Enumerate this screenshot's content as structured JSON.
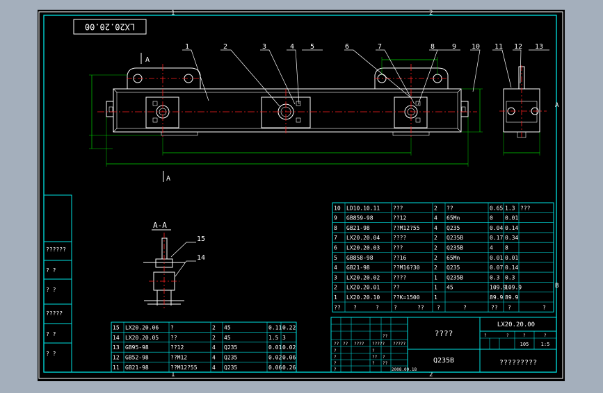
{
  "drawing": {
    "title_code": "LX20.20.00",
    "material": "Q235B",
    "name": "????",
    "company": "?????????",
    "weight": "105",
    "scale": "1:5",
    "zone_top": [
      "1",
      "2"
    ],
    "zone_bottom": [
      "1",
      "2"
    ],
    "zone_right": [
      "A",
      "B"
    ],
    "view_label_top": "A",
    "view_label_bottom": "A",
    "section_title": "A-A",
    "balloons": [
      "1",
      "2",
      "3",
      "4",
      "5",
      "6",
      "7",
      "8",
      "9",
      "10",
      "11",
      "12",
      "13"
    ],
    "section_balloons": [
      "15",
      "14"
    ]
  },
  "left_strip": [
    "??????",
    "?   ?",
    "?   ?",
    "?????",
    "?   ?",
    "?   ?"
  ],
  "title_block": {
    "small_labels_row1": [
      "?",
      "?",
      "?"
    ],
    "small_labels_row2": [
      "??",
      "??",
      "????",
      "?????",
      "?????"
    ],
    "small_labels_row3": [
      "?",
      "?",
      "??"
    ],
    "small_labels_row4": [
      "?",
      "??",
      "?"
    ],
    "small_labels_row5": [
      "?",
      "?",
      "??",
      "?",
      "2008.09.18"
    ],
    "weight_headers": [
      "?",
      "?",
      "?",
      "?"
    ]
  },
  "bom_top": {
    "rows": [
      [
        "10",
        "LD10.10.11",
        "???",
        "2",
        "??",
        "0.65",
        "1.3",
        "???"
      ],
      [
        "9",
        "GB859-98",
        "??12",
        "4",
        "65Mn",
        "0",
        "0.01",
        ""
      ],
      [
        "8",
        "GB21-98",
        "??M12?55",
        "4",
        "Q235",
        "0.04",
        "0.14",
        ""
      ],
      [
        "7",
        "LX20.20.04",
        "????",
        "2",
        "Q235B",
        "0.17",
        "0.34",
        ""
      ],
      [
        "6",
        "LX20.20.03",
        "???",
        "2",
        "Q235B",
        "4",
        "8",
        ""
      ],
      [
        "5",
        "GB858-98",
        "??16",
        "2",
        "65Mn",
        "0.01",
        "0.01",
        ""
      ],
      [
        "4",
        "GB21-98",
        "??M16?30",
        "2",
        "Q235",
        "0.07",
        "0.14",
        ""
      ],
      [
        "3",
        "LX20.20.02",
        "????",
        "1",
        "Q235B",
        "0.3",
        "0.3",
        ""
      ],
      [
        "2",
        "LX20.20.01",
        "??",
        "1",
        "45",
        "109.9",
        "109.9",
        ""
      ],
      [
        "1",
        "LX20.20.10",
        "??K=1500",
        "1",
        "",
        "89.9",
        "89.9",
        ""
      ]
    ],
    "header": [
      "??",
      "?",
      "?",
      "?",
      "??",
      "?",
      "?",
      "??",
      "?",
      "?"
    ]
  },
  "bom_bottom": {
    "rows": [
      [
        "15",
        "LX20.20.06",
        "?",
        "2",
        "45",
        "0.11",
        "0.22"
      ],
      [
        "14",
        "LX20.20.05",
        "??",
        "2",
        "45",
        "1.5",
        "3"
      ],
      [
        "13",
        "GB95-98",
        "??12",
        "4",
        "Q235",
        "0.01",
        "0.02"
      ],
      [
        "12",
        "GB52-98",
        "??M12",
        "4",
        "Q235",
        "0.02",
        "0.06"
      ],
      [
        "11",
        "GB21-98",
        "??M12?55",
        "4",
        "Q235",
        "0.06",
        "0.26"
      ]
    ]
  },
  "colors": {
    "frame": "#00e5e5",
    "center": "#ff2020",
    "part": "#ffffff",
    "green": "#00d400",
    "bg": "#000000"
  }
}
